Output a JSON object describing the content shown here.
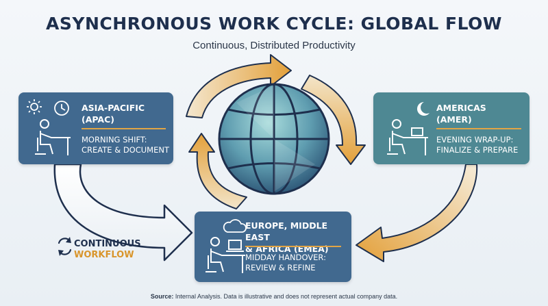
{
  "header": {
    "title": "ASYNCHRONOUS WORK CYCLE: GLOBAL FLOW",
    "subtitle": "Continuous, Distributed Productivity"
  },
  "regions": {
    "apac": {
      "name_line1": "ASIA-PACIFIC",
      "name_line2": "(APAC)",
      "shift_line1": "MORNING SHIFT:",
      "shift_line2": "CREATE & DOCUMENT",
      "icons": [
        "sun-icon",
        "clock-icon",
        "person-at-desk-icon"
      ]
    },
    "emea": {
      "name_line1": "EUROPE, MIDDLE EAST",
      "name_line2": "& AFRICA (EMEA)",
      "shift_line1": "MIDDAY HANDOVER:",
      "shift_line2": "REVIEW & REFINE",
      "icons": [
        "cloud-icon",
        "person-with-laptop-icon"
      ]
    },
    "amer": {
      "name_line1": "AMERICAS",
      "name_line2": "(AMER)",
      "shift_line1": "EVENING WRAP-UP:",
      "shift_line2": "FINALIZE & PREPARE",
      "icons": [
        "moon-icon",
        "person-with-laptop-icon"
      ]
    }
  },
  "workflow": {
    "label_line1": "CONTINUOUS",
    "label_line2": "WORKFLOW",
    "icon": "refresh-cycle-icon"
  },
  "footer": {
    "source_label": "Source:",
    "source_text": "Internal Analysis. Data is illustrative and does not represent actual company data."
  },
  "colors": {
    "title": "#1e2f4d",
    "card_blue": "#41698f",
    "card_teal": "#4e8893",
    "accent_orange": "#e2a545",
    "arrow_outline": "#1e2f4d",
    "globe_dark": "#2a5a7a",
    "globe_light": "#9fd3d6"
  }
}
